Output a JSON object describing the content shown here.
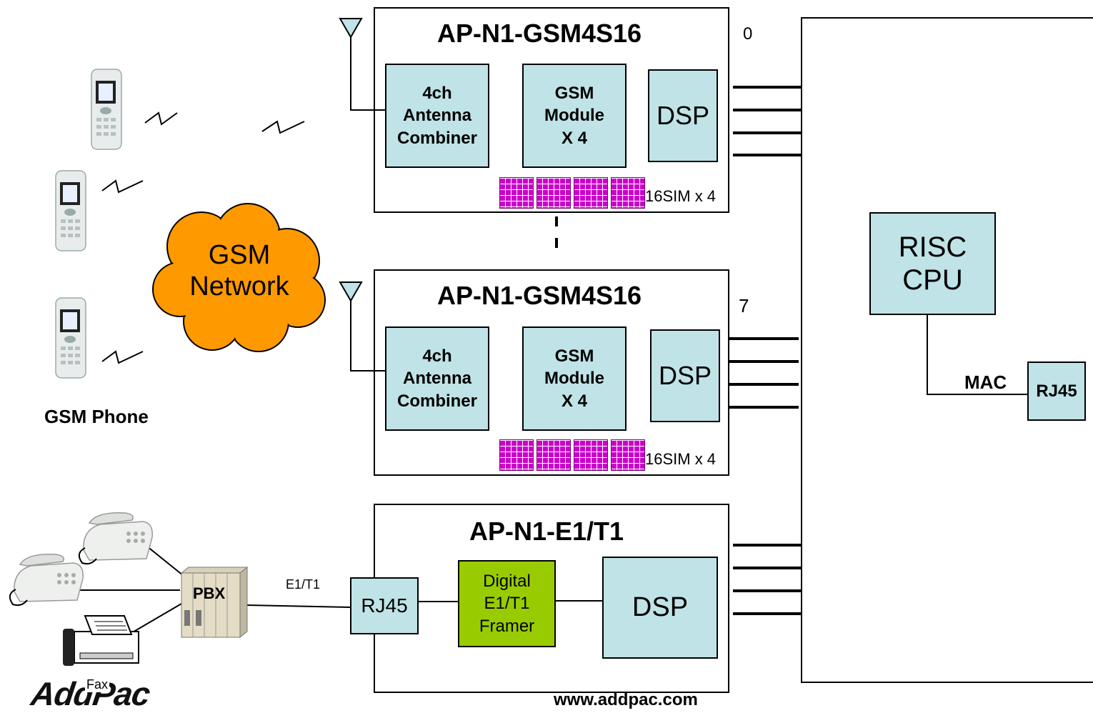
{
  "module_top": {
    "title": "AP-N1-GSM4S16",
    "index": "0",
    "antenna_combiner": "4ch\nAntenna\nCombiner",
    "gsm_module": "GSM Module\nX 4",
    "dsp": "DSP",
    "sim_label": "16SIM x 4"
  },
  "module_mid": {
    "title": "AP-N1-GSM4S16",
    "index": "7",
    "antenna_combiner": "4ch\nAntenna\nCombiner",
    "gsm_module": "GSM Module\nX 4",
    "dsp": "DSP",
    "sim_label": "16SIM x 4"
  },
  "module_e1": {
    "title": "AP-N1-E1/T1",
    "rj45": "RJ45",
    "framer": "Digital\nE1/T1\nFramer",
    "dsp": "DSP"
  },
  "network": {
    "cloud_label": "GSM\nNetwork",
    "phone_label": "GSM Phone"
  },
  "pbx": {
    "label": "PBX",
    "link_label": "E1/T1",
    "fax_label": "Fax"
  },
  "main_board": {
    "cpu": "RISC\nCPU",
    "mac": "MAC",
    "rj45": "RJ45"
  },
  "footer": {
    "logo": "AddPac",
    "url": "www.addpac.com"
  },
  "colors": {
    "module_fill": "#bfe3e6",
    "framer_fill": "#99cc00",
    "cloud_fill": "#ff9900",
    "sim_fill": "#cc00cc"
  }
}
